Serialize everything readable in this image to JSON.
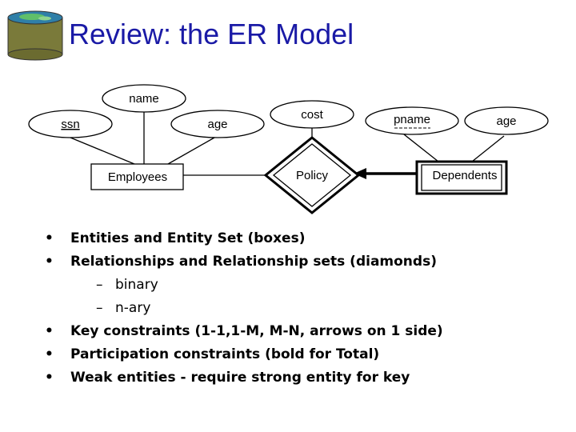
{
  "slide": {
    "title": "Review: the ER Model"
  },
  "diagram": {
    "attributes": {
      "name": "name",
      "ssn": "ssn",
      "age_employee": "age",
      "cost": "cost",
      "pname": "pname",
      "age_dependent": "age"
    },
    "entities": {
      "employees": "Employees",
      "dependents": "Dependents"
    },
    "relationships": {
      "policy": "Policy"
    }
  },
  "bullets": [
    {
      "marker": "•",
      "text": "Entities and Entity Set (boxes)"
    },
    {
      "marker": "•",
      "text": "Relationships and Relationship sets (diamonds)"
    },
    {
      "marker": "–",
      "text": "binary"
    },
    {
      "marker": "–",
      "text": "n-ary"
    },
    {
      "marker": "•",
      "text": "Key constraints (1-1,1-M, M-N, arrows on 1 side)"
    },
    {
      "marker": "•",
      "text": "Participation constraints (bold for Total)"
    },
    {
      "marker": "•",
      "text": "Weak entities - require strong entity for key"
    }
  ]
}
